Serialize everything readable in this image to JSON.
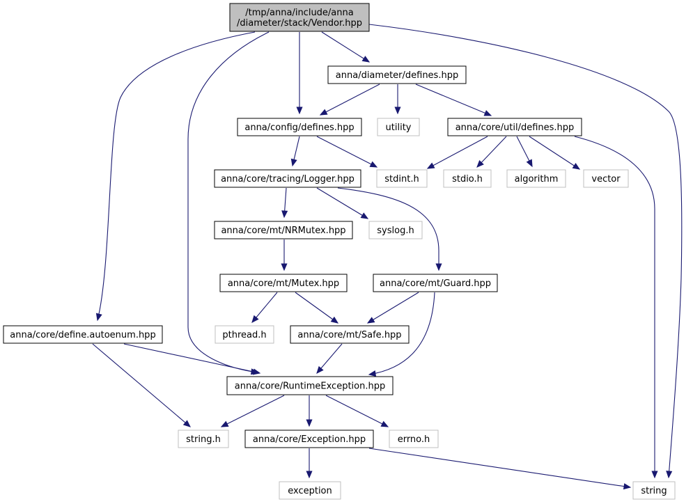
{
  "graph": {
    "nodes": [
      {
        "id": "vendor",
        "lines": [
          "/tmp/anna/include/anna",
          "/diameter/stack/Vendor.hpp"
        ],
        "kind": "root"
      },
      {
        "id": "diam_defines",
        "lines": [
          "anna/diameter/defines.hpp"
        ],
        "kind": "header"
      },
      {
        "id": "config_defines",
        "lines": [
          "anna/config/defines.hpp"
        ],
        "kind": "header"
      },
      {
        "id": "utility",
        "lines": [
          "utility"
        ],
        "kind": "external"
      },
      {
        "id": "util_defines",
        "lines": [
          "anna/core/util/defines.hpp"
        ],
        "kind": "header"
      },
      {
        "id": "logger",
        "lines": [
          "anna/core/tracing/Logger.hpp"
        ],
        "kind": "header"
      },
      {
        "id": "stdint",
        "lines": [
          "stdint.h"
        ],
        "kind": "external"
      },
      {
        "id": "stdio",
        "lines": [
          "stdio.h"
        ],
        "kind": "external"
      },
      {
        "id": "algorithm",
        "lines": [
          "algorithm"
        ],
        "kind": "external"
      },
      {
        "id": "vector",
        "lines": [
          "vector"
        ],
        "kind": "external"
      },
      {
        "id": "nrmutex",
        "lines": [
          "anna/core/mt/NRMutex.hpp"
        ],
        "kind": "header"
      },
      {
        "id": "syslog",
        "lines": [
          "syslog.h"
        ],
        "kind": "external"
      },
      {
        "id": "mutex",
        "lines": [
          "anna/core/mt/Mutex.hpp"
        ],
        "kind": "header"
      },
      {
        "id": "guard",
        "lines": [
          "anna/core/mt/Guard.hpp"
        ],
        "kind": "header"
      },
      {
        "id": "autoenum",
        "lines": [
          "anna/core/define.autoenum.hpp"
        ],
        "kind": "header"
      },
      {
        "id": "pthread",
        "lines": [
          "pthread.h"
        ],
        "kind": "external"
      },
      {
        "id": "safe",
        "lines": [
          "anna/core/mt/Safe.hpp"
        ],
        "kind": "header"
      },
      {
        "id": "runtime",
        "lines": [
          "anna/core/RuntimeException.hpp"
        ],
        "kind": "header"
      },
      {
        "id": "string_h",
        "lines": [
          "string.h"
        ],
        "kind": "external"
      },
      {
        "id": "exception_hpp",
        "lines": [
          "anna/core/Exception.hpp"
        ],
        "kind": "header"
      },
      {
        "id": "errno",
        "lines": [
          "errno.h"
        ],
        "kind": "external"
      },
      {
        "id": "exception",
        "lines": [
          "exception"
        ],
        "kind": "external"
      },
      {
        "id": "string",
        "lines": [
          "string"
        ],
        "kind": "external"
      }
    ],
    "edges": [
      {
        "from": "vendor",
        "to": "diam_defines"
      },
      {
        "from": "vendor",
        "to": "config_defines"
      },
      {
        "from": "vendor",
        "to": "autoenum"
      },
      {
        "from": "vendor",
        "to": "runtime"
      },
      {
        "from": "vendor",
        "to": "string"
      },
      {
        "from": "diam_defines",
        "to": "config_defines"
      },
      {
        "from": "diam_defines",
        "to": "utility"
      },
      {
        "from": "diam_defines",
        "to": "util_defines"
      },
      {
        "from": "config_defines",
        "to": "logger"
      },
      {
        "from": "config_defines",
        "to": "stdint"
      },
      {
        "from": "util_defines",
        "to": "stdint"
      },
      {
        "from": "util_defines",
        "to": "stdio"
      },
      {
        "from": "util_defines",
        "to": "algorithm"
      },
      {
        "from": "util_defines",
        "to": "vector"
      },
      {
        "from": "util_defines",
        "to": "string"
      },
      {
        "from": "logger",
        "to": "nrmutex"
      },
      {
        "from": "logger",
        "to": "syslog"
      },
      {
        "from": "logger",
        "to": "guard"
      },
      {
        "from": "nrmutex",
        "to": "mutex"
      },
      {
        "from": "mutex",
        "to": "pthread"
      },
      {
        "from": "mutex",
        "to": "safe"
      },
      {
        "from": "guard",
        "to": "safe"
      },
      {
        "from": "guard",
        "to": "runtime"
      },
      {
        "from": "autoenum",
        "to": "runtime"
      },
      {
        "from": "autoenum",
        "to": "string_h"
      },
      {
        "from": "safe",
        "to": "runtime"
      },
      {
        "from": "runtime",
        "to": "string_h"
      },
      {
        "from": "runtime",
        "to": "exception_hpp"
      },
      {
        "from": "runtime",
        "to": "errno"
      },
      {
        "from": "exception_hpp",
        "to": "exception"
      },
      {
        "from": "exception_hpp",
        "to": "string"
      }
    ]
  },
  "colors": {
    "root_fill": "#bfbfbf",
    "root_stroke": "#000000",
    "header_fill": "#ffffff",
    "header_stroke": "#000000",
    "external_fill": "#ffffff",
    "external_stroke": "#bfbfbf",
    "edge": "#191970"
  }
}
